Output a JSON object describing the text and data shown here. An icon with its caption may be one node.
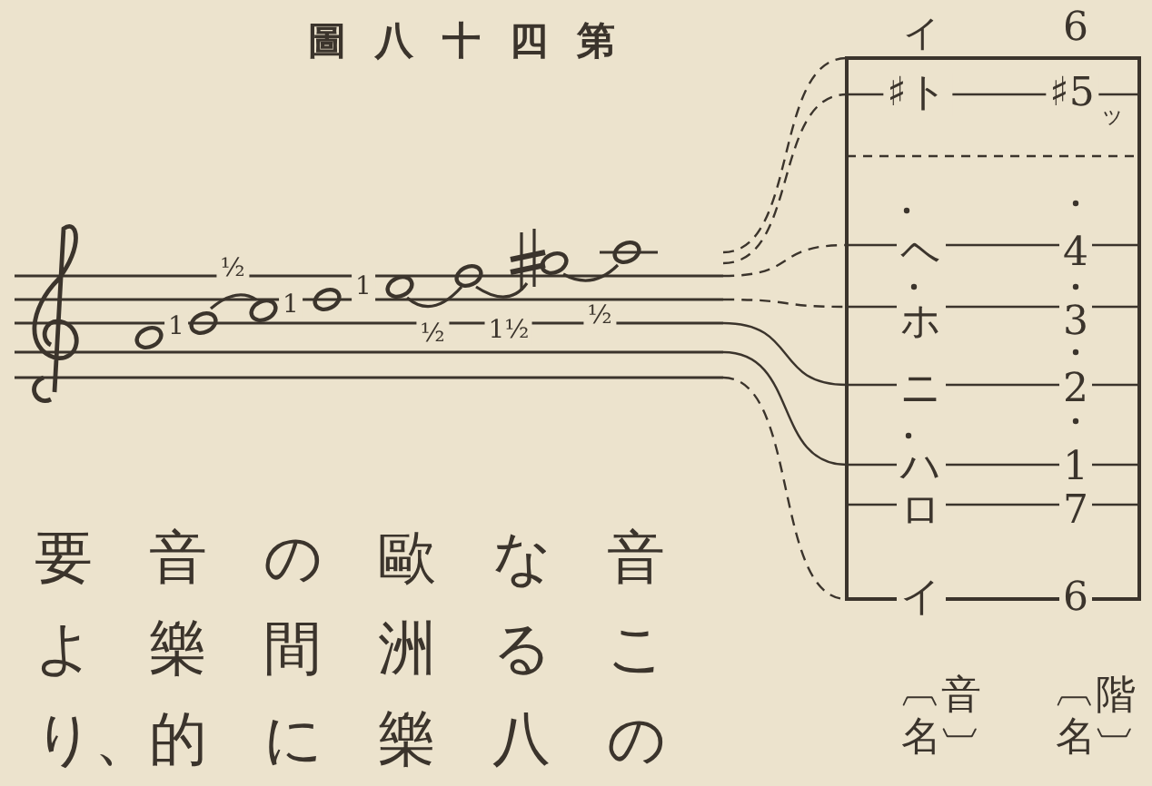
{
  "diagram": {
    "title": "圖八十四第",
    "labels": [
      "1",
      "½",
      "1",
      "1",
      "½",
      "1½",
      "½",
      "イ",
      "6",
      "♯ト",
      "♯5",
      "ッ",
      "ヘ",
      "4",
      "ホ",
      "3",
      "ニ",
      "2",
      "ハ",
      "1",
      "ロ",
      "7",
      "イ",
      "6",
      "︹音名︺",
      "︹階名︺",
      "音この",
      "なる八",
      "歐洲樂",
      "の間に",
      "音樂的",
      "要より、"
    ]
  }
}
